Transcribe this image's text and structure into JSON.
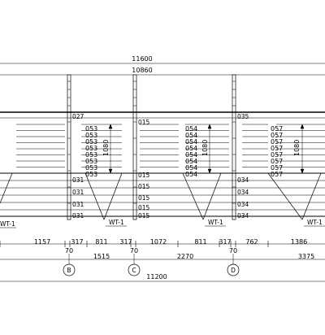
{
  "dimensions": {
    "overall_top": "11600",
    "span_inner": "10860",
    "overall_bottom": "11200"
  },
  "bottom_dims_row1": [
    "1157",
    "317",
    "811",
    "317",
    "1072",
    "811",
    "317",
    "762",
    "1386"
  ],
  "offset_70": "70",
  "bottom_dims_row2": [
    "1515",
    "2270",
    "3375"
  ],
  "axes": [
    "B",
    "C",
    "D"
  ],
  "wall_tag": "WT-1",
  "panel_tags": {
    "post_b_top": "027",
    "post_b_side": [
      "031",
      "031",
      "031",
      "031"
    ],
    "post_c": [
      "015",
      "015",
      "015",
      "015",
      "015",
      "015"
    ],
    "post_d_top": "035",
    "post_d_side": [
      "034",
      "034",
      "034",
      "034"
    ],
    "bay1": [
      "053",
      "053",
      "053",
      "053",
      "053",
      "053",
      "053",
      "053"
    ],
    "bay2": [
      "054",
      "054",
      "054",
      "054",
      "054",
      "054",
      "054",
      "054"
    ],
    "bay3": [
      "057",
      "057",
      "057",
      "057",
      "057",
      "057",
      "057",
      "057"
    ]
  },
  "height_dim": "1080",
  "colors": {
    "line": "#000000",
    "background": "#ffffff"
  }
}
